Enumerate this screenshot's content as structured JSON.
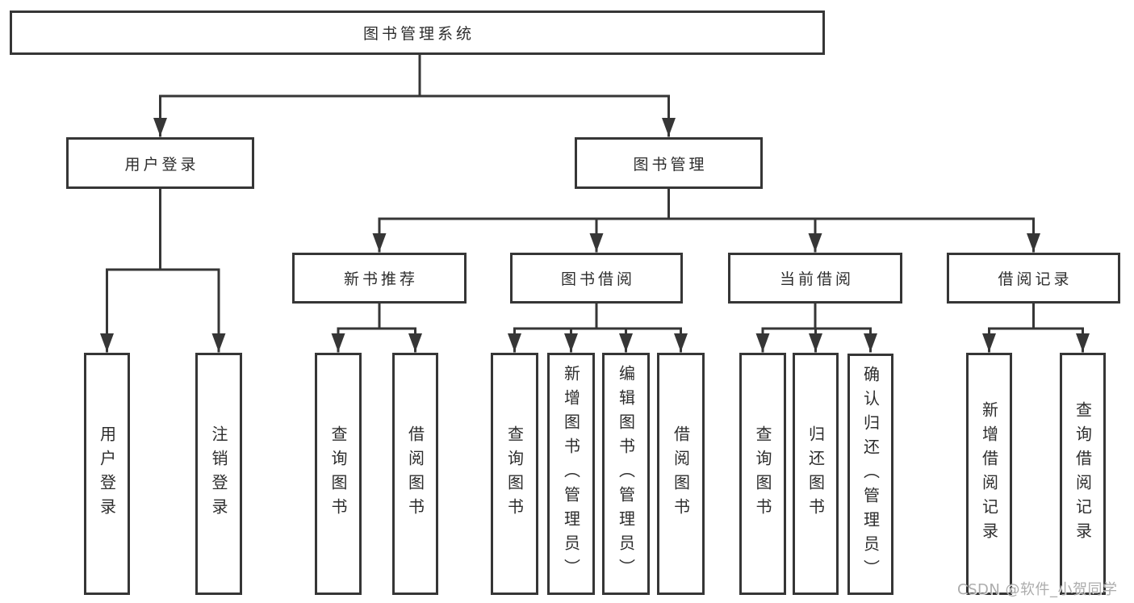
{
  "colors": {
    "background": "#ffffff",
    "line": "#363636",
    "box_border": "#363636",
    "text": "#2d2d2d",
    "watermark": "#a8a8a8"
  },
  "watermark": {
    "text": "CSDN @软件_小贺同学"
  },
  "root": {
    "label": "图书管理系统",
    "children": [
      {
        "label": "用户登录",
        "children": [
          {
            "label": "用户登录"
          },
          {
            "label": "注销登录"
          }
        ]
      },
      {
        "label": "图书管理",
        "children": [
          {
            "label": "新书推荐",
            "children": [
              {
                "label": "查询图书"
              },
              {
                "label": "借阅图书"
              }
            ]
          },
          {
            "label": "图书借阅",
            "children": [
              {
                "label": "查询图书"
              },
              {
                "label": "新增图书（管理员）"
              },
              {
                "label": "编辑图书（管理员）"
              },
              {
                "label": "借阅图书"
              }
            ]
          },
          {
            "label": "当前借阅",
            "children": [
              {
                "label": "查询图书"
              },
              {
                "label": "归还图书"
              },
              {
                "label": "确认归还（管理员）"
              }
            ]
          },
          {
            "label": "借阅记录",
            "children": [
              {
                "label": "新增借阅记录"
              },
              {
                "label": "查询借阅记录"
              }
            ]
          }
        ]
      }
    ]
  }
}
